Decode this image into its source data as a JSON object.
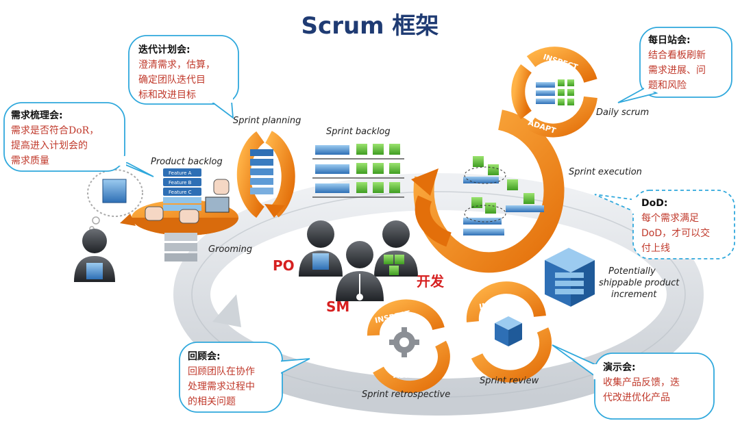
{
  "title": "Scrum 框架",
  "callouts": {
    "sprint_planning": {
      "heading": "迭代计划会:",
      "body": "澄清需求，估算，\n确定团队迭代目\n标和改进目标"
    },
    "grooming": {
      "heading": "需求梳理会:",
      "body": "需求是否符合DoR，\n提高进入计划会的\n需求质量"
    },
    "daily_scrum": {
      "heading": "每日站会:",
      "body": "结合看板刷新\n需求进展、问\n题和风险"
    },
    "dod": {
      "heading": "DoD:",
      "body": "每个需求满足\nDoD，才可以交\n付上线"
    },
    "retrospective": {
      "heading": "回顾会:",
      "body": "回顾团队在协作\n处理需求过程中\n的相关问题"
    },
    "review": {
      "heading": "演示会:",
      "body": "收集产品反馈，迭\n代改进优化产品"
    }
  },
  "labels": {
    "sprint_planning": "Sprint planning",
    "sprint_backlog": "Sprint backlog",
    "product_backlog": "Product backlog",
    "grooming": "Grooming",
    "daily_scrum": "Daily scrum",
    "sprint_execution": "Sprint execution",
    "increment_1": "Potentially",
    "increment_2": "shippable product",
    "increment_3": "increment",
    "sprint_review": "Sprint review",
    "sprint_retrospective": "Sprint retrospective"
  },
  "roles": {
    "po": "PO",
    "sm": "SM",
    "dev": "开发"
  },
  "cycle_tags": {
    "inspect": "INSPECT",
    "adapt": "ADAPT"
  },
  "features": [
    "Feature A",
    "Feature B",
    "Feature C"
  ],
  "colors": {
    "title": "#1f3b73",
    "callout_border": "#2fa8dc",
    "callout_text": "#c0392b",
    "orange": "#f08c1a",
    "orange_dark": "#d96b0c",
    "blue": "#2e6fb5",
    "blue_light": "#8fc3ea",
    "green": "#5cc23a",
    "grey_ring": "#d9dde2",
    "role_red": "#d62020"
  }
}
